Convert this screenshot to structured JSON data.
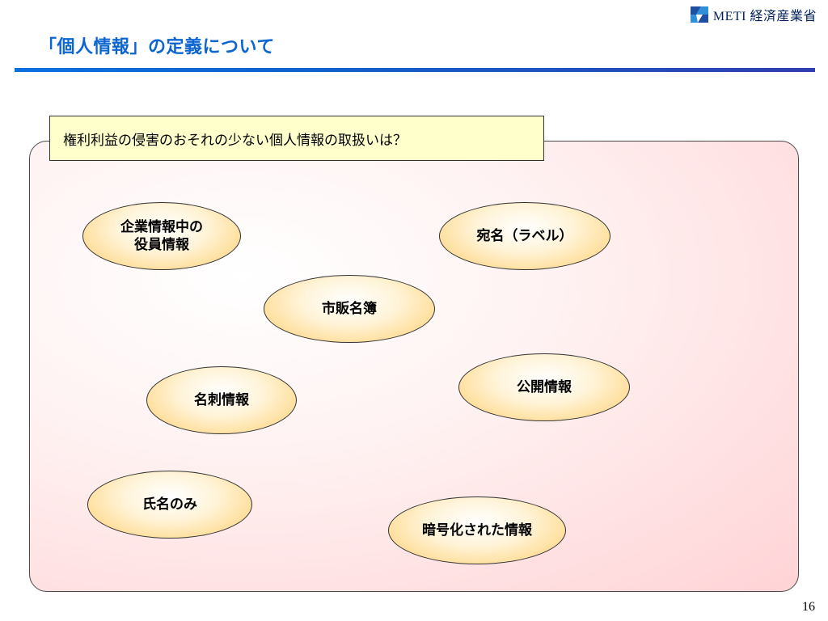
{
  "header": {
    "logo_text": "METI 経済産業省",
    "title": "「個人情報」の定義について"
  },
  "question": "権利利益の侵害のおそれの少ない個人情報の取扱いは？",
  "bubbles": [
    {
      "line1": "企業情報中の",
      "line2": "役員情報"
    },
    {
      "line1": "宛名（ラベル）",
      "line2": ""
    },
    {
      "line1": "市販名簿",
      "line2": ""
    },
    {
      "line1": "名刺情報",
      "line2": ""
    },
    {
      "line1": "公開情報",
      "line2": ""
    },
    {
      "line1": "氏名のみ",
      "line2": ""
    },
    {
      "line1": "暗号化された情報",
      "line2": ""
    }
  ],
  "page_number": "16",
  "colors": {
    "title": "#0b66d1",
    "rule": "#0f63cf",
    "question_bg": "#ffffcc",
    "bubble_fill": "#ffd88a",
    "panel_fill": "#ffd3d6"
  }
}
